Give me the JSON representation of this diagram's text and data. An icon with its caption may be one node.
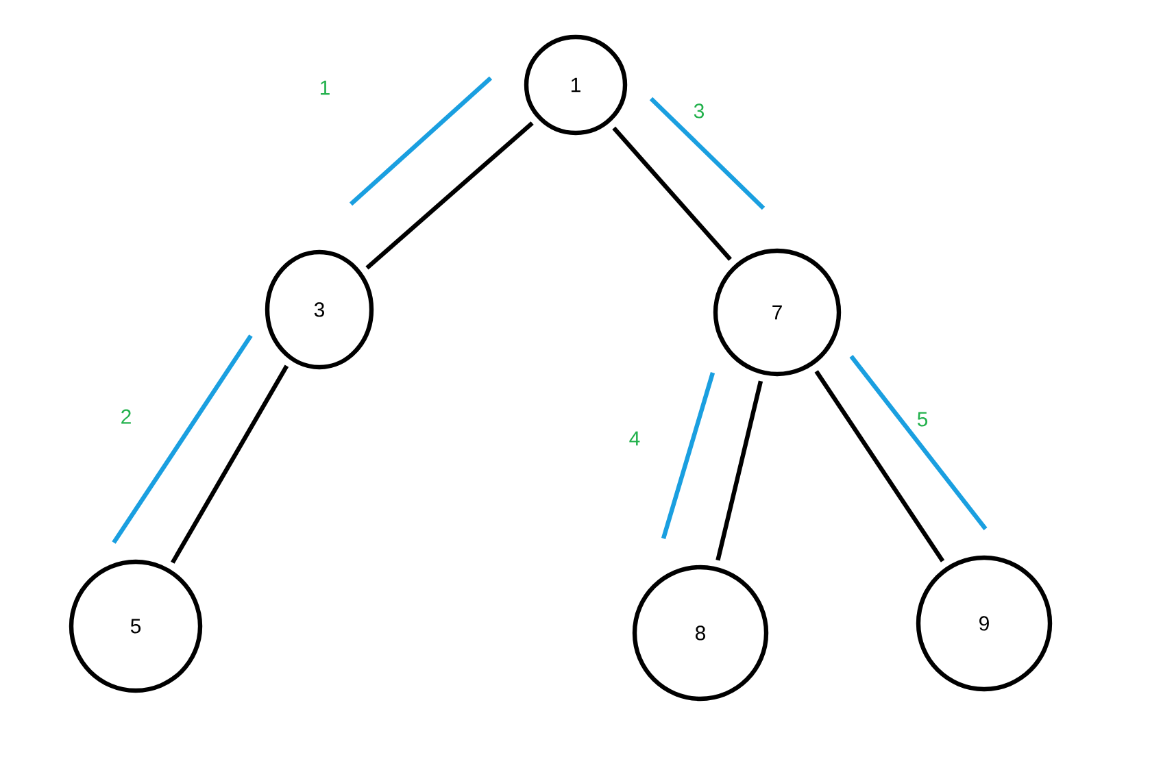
{
  "diagram": {
    "nodes": [
      {
        "text": [
          "1"
        ]
      },
      {
        "text": [
          "3"
        ]
      },
      {
        "text": [
          "7"
        ]
      },
      {
        "text": [
          "5"
        ]
      },
      {
        "text": [
          "8"
        ]
      },
      {
        "text": [
          "9"
        ]
      }
    ],
    "edges": [
      {
        "from": 0,
        "to": 1,
        "arrow": "none"
      },
      {
        "from": 0,
        "to": 2,
        "arrow": "none"
      },
      {
        "from": 1,
        "to": 3,
        "arrow": "none"
      },
      {
        "from": 2,
        "to": 4,
        "arrow": "none"
      },
      {
        "from": 2,
        "to": 5,
        "arrow": "none"
      }
    ],
    "labels": [
      "1",
      "3",
      "2",
      "5",
      "4"
    ]
  }
}
